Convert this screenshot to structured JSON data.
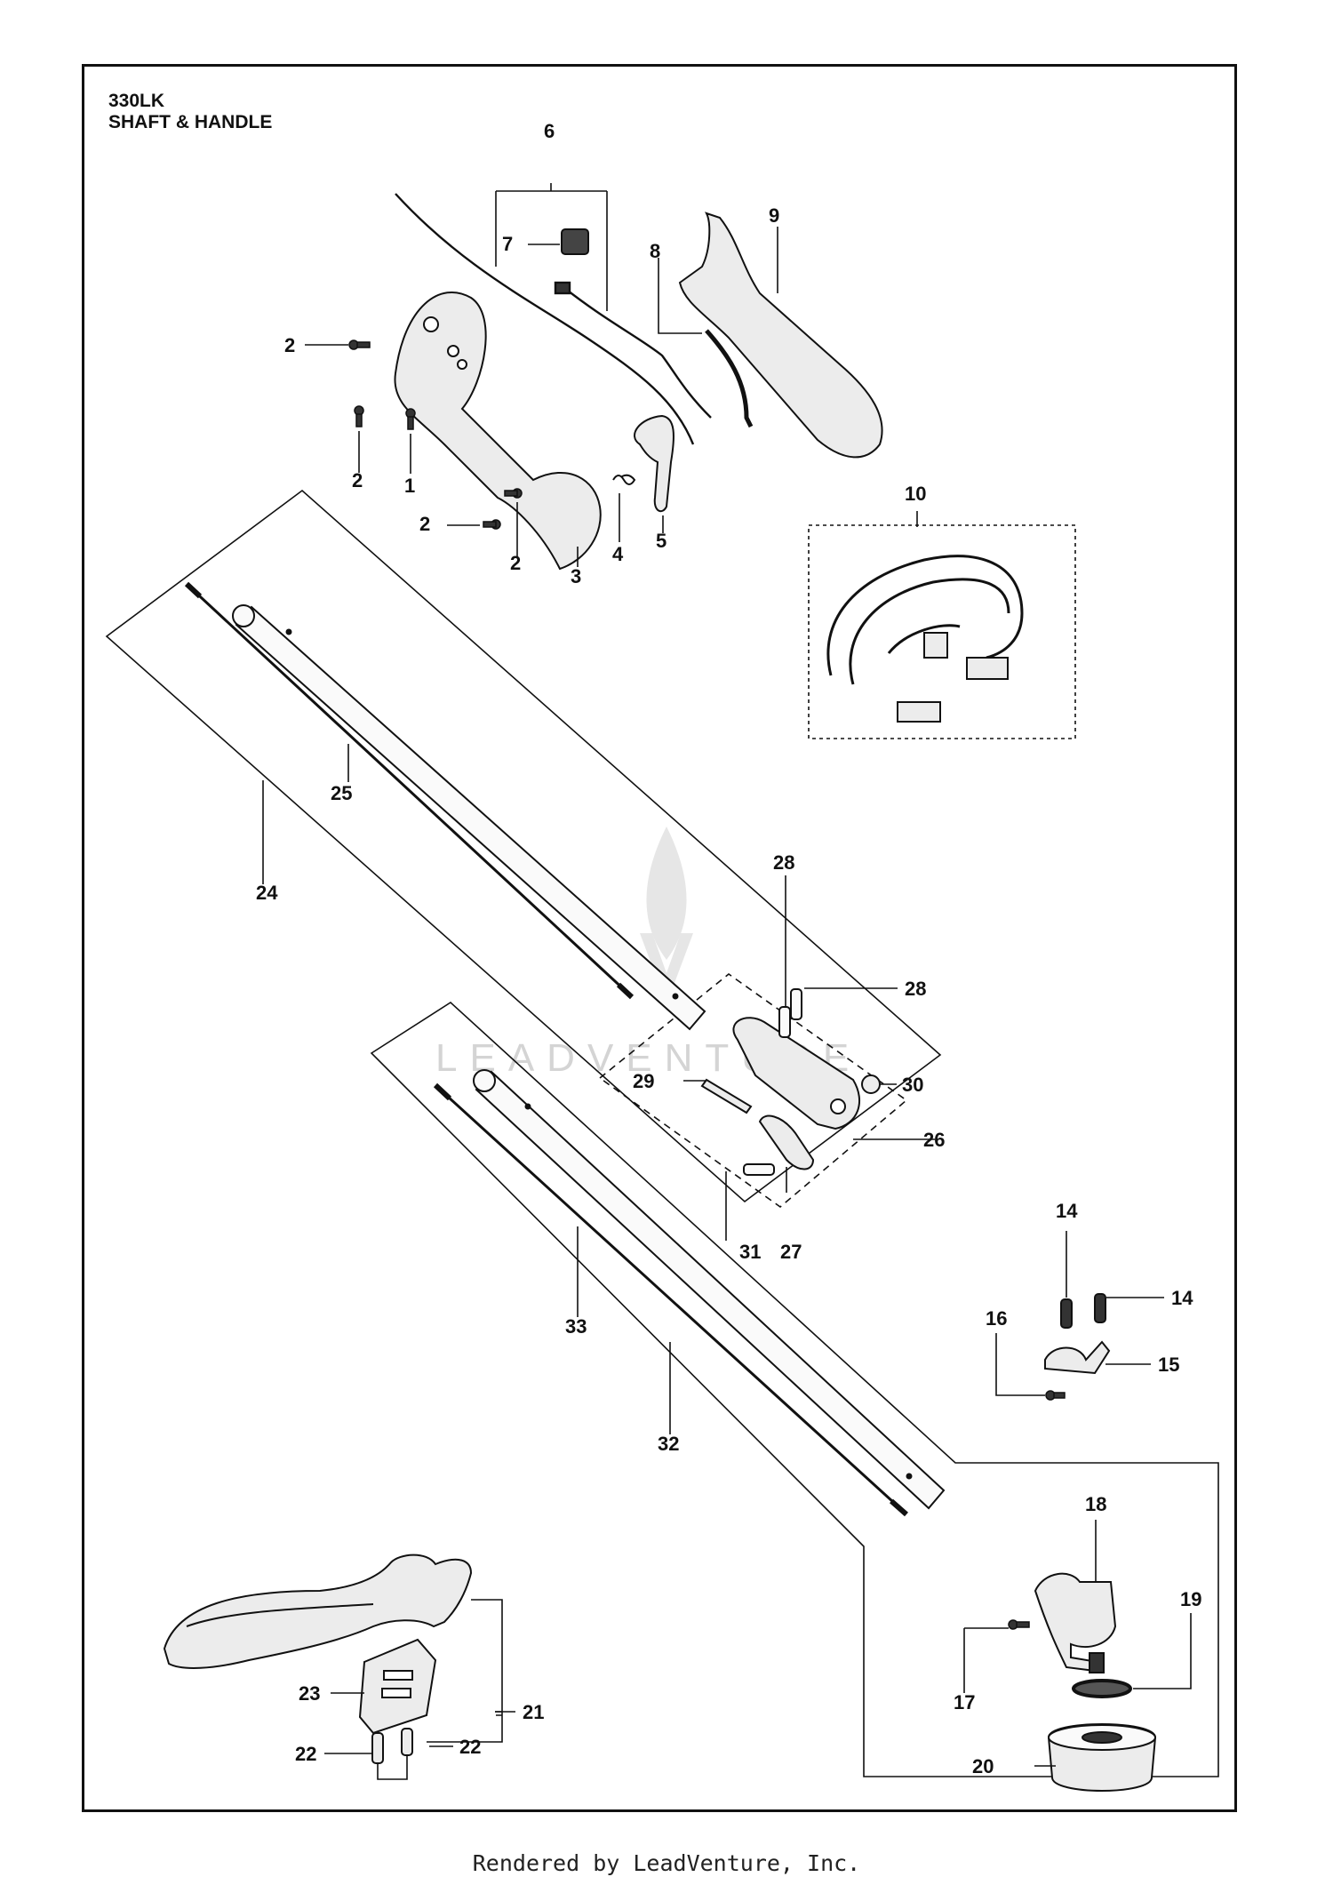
{
  "title": {
    "model": "330LK",
    "section": "SHAFT & HANDLE"
  },
  "watermark": "LEADVENTURE",
  "footer": "Rendered by LeadVenture, Inc.",
  "callouts": {
    "c1": "1",
    "c2a": "2",
    "c2b": "2",
    "c2c": "2",
    "c2d": "2",
    "c3": "3",
    "c4": "4",
    "c5": "5",
    "c6": "6",
    "c7": "7",
    "c8": "8",
    "c9": "9",
    "c10": "10",
    "c14a": "14",
    "c14b": "14",
    "c15": "15",
    "c16": "16",
    "c17": "17",
    "c18": "18",
    "c19": "19",
    "c20": "20",
    "c21": "21",
    "c22a": "22",
    "c22b": "22",
    "c23": "23",
    "c24": "24",
    "c25": "25",
    "c26": "26",
    "c27": "27",
    "c28a": "28",
    "c28b": "28",
    "c29": "29",
    "c30": "30",
    "c31": "31",
    "c32": "32",
    "c33": "33"
  },
  "colors": {
    "line": "#111111",
    "part_fill": "#ececec",
    "watermark": "#d4d4d4"
  }
}
